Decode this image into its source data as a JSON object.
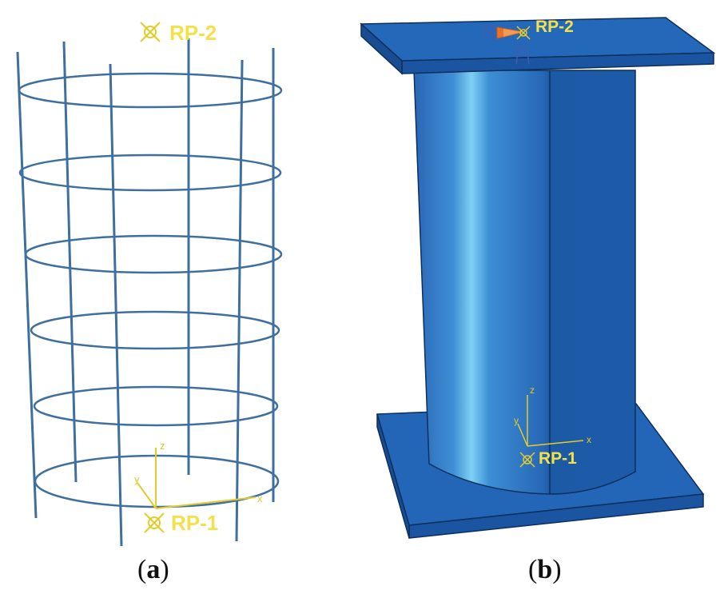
{
  "panel_a": {
    "caption_letter": "a",
    "ref_point_top": "RP-2",
    "ref_point_bottom": "RP-1",
    "axis_labels": {
      "z": "z",
      "y": "y",
      "x": "x"
    }
  },
  "panel_b": {
    "caption_letter": "b",
    "ref_point_top": "RP-2",
    "ref_point_bottom": "RP-1",
    "axis_labels": {
      "z": "z",
      "y": "y",
      "x": "x"
    }
  },
  "colors": {
    "rebar": "#3f6f9e",
    "label": "#f2e24a",
    "steel_blue": "#1f5fae",
    "steel_dark": "#174f94",
    "steel_highlight": "#4fb6e8",
    "constraint": "#e8742a"
  }
}
